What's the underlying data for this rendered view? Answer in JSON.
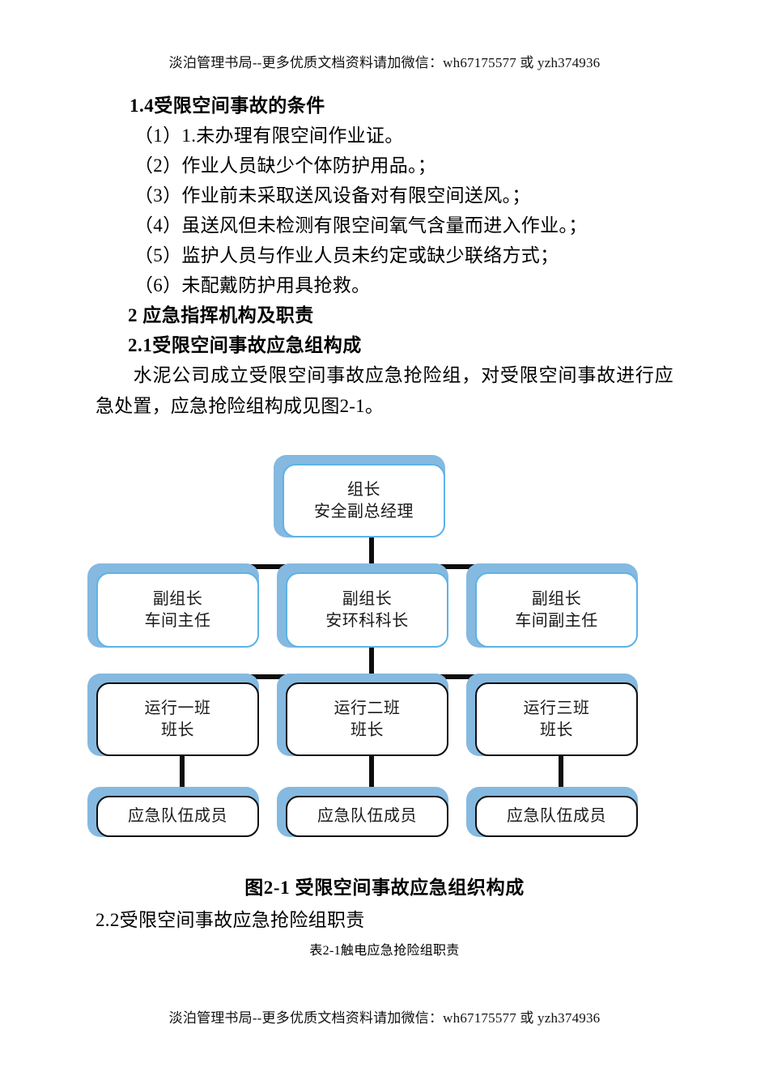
{
  "running_header": "淡泊管理书局--更多优质文档资料请加微信：wh67175577 或 yzh374936",
  "running_footer": "淡泊管理书局--更多优质文档资料请加微信：wh67175577 或 yzh374936",
  "sections": {
    "s14_heading": "1.4受限空间事故的条件",
    "conditions": [
      "（1）1.未办理有限空间作业证。",
      "（2）作业人员缺少个体防护用品。；",
      "（3）作业前未采取送风设备对有限空间送风。；",
      "（4）虽送风但未检测有限空间氧气含量而进入作业。；",
      "（5）监护人员与作业人员未约定或缺少联络方式；",
      "（6）未配戴防护用具抢救。"
    ],
    "s2_heading": "2  应急指挥机构及职责",
    "s21_heading": "2.1受限空间事故应急组构成",
    "s21_paragraph": "水泥公司成立受限空间事故应急抢险组，对受限空间事故进行应急处置，应急抢险组构成见图2-1。",
    "s22_heading": "2.2受限空间事故应急抢险组职责"
  },
  "figure": {
    "caption": "图2-1  受限空间事故应急组织构成",
    "colors": {
      "shadow": "#85b9e0",
      "blue_border": "#5cb3e8",
      "black_border": "#0d0d0d",
      "connector": "#0d0d0d",
      "card_fill": "#ffffff"
    },
    "nodes": {
      "leader": {
        "line1": "组长",
        "line2": "安全副总经理"
      },
      "deputy_left": {
        "line1": "副组长",
        "line2": "车间主任"
      },
      "deputy_center": {
        "line1": "副组长",
        "line2": "安环科科长"
      },
      "deputy_right": {
        "line1": "副组长",
        "line2": "车间副主任"
      },
      "shift_1": {
        "line1": "运行一班",
        "line2": "班长"
      },
      "shift_2": {
        "line1": "运行二班",
        "line2": "班长"
      },
      "shift_3": {
        "line1": "运行三班",
        "line2": "班长"
      },
      "team_1": {
        "line1": "应急队伍成员"
      },
      "team_2": {
        "line1": "应急队伍成员"
      },
      "team_3": {
        "line1": "应急队伍成员"
      }
    }
  },
  "table_caption": "表2-1触电应急抢险组职责"
}
